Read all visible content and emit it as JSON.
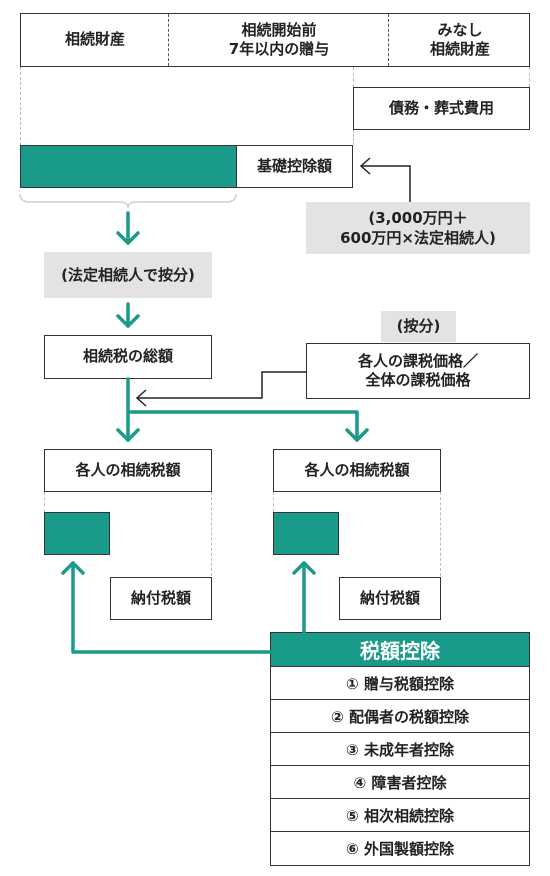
{
  "top_row": {
    "inheritance_assets": "相続財産",
    "gifts_within_7_years": "相続開始前\n7年以内の贈与",
    "deemed_assets": "みなし\n相続財産"
  },
  "debts_funeral": "債務・葬式費用",
  "basic_deduction": "基礎控除額",
  "basic_deduction_formula": "(3,000万円＋\n600万円×法定相続人)",
  "apportion_statutory": "(法定相続人で按分)",
  "total_inheritance_tax": "相続税の総額",
  "apportion_label": "(按分)",
  "apportion_ratio": "各人の課税価格／\n全体の課税価格",
  "individual_tax_left": "各人の相続税額",
  "individual_tax_right": "各人の相続税額",
  "payable_tax_left": "納付税額",
  "payable_tax_right": "納付税額",
  "tax_credits": {
    "title": "税額控除",
    "items": [
      "① 贈与税額控除",
      "② 配偶者の税額控除",
      "③ 未成年者控除",
      "④ 障害者控除",
      "⑤ 相次相続控除",
      "⑥ 外国製額控除"
    ]
  },
  "colors": {
    "accent": "#1a9a88",
    "gray_box": "#e4e2e2",
    "border": "#333333"
  }
}
